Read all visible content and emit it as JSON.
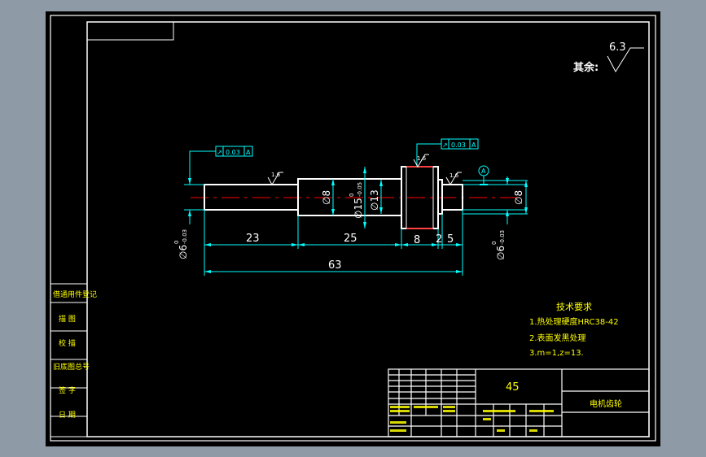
{
  "surface": {
    "label": "其余:",
    "value": "6.3"
  },
  "roughness": {
    "r1": "1.6",
    "r2": "1.6",
    "r3": "1.6"
  },
  "tolerance": {
    "left": {
      "symbol": "↗",
      "value": "0.03",
      "datum": "A"
    },
    "right": {
      "symbol": "↗",
      "value": "0.03",
      "datum": "A"
    }
  },
  "datum_label": "A",
  "diameters": {
    "d_left": "∅6",
    "d_left_tol_upper": "0",
    "d_left_tol_lower": "-0.03",
    "d8_a": "∅8",
    "d15": "∅15",
    "d15_tol_upper": "0",
    "d15_tol_lower": "-0.05",
    "d13": "∅13",
    "d8_b": "∅8",
    "d_right": "∅6",
    "d_right_tol_upper": "0",
    "d_right_tol_lower": "-0.03"
  },
  "lengths": {
    "l23": "23",
    "l25": "25",
    "l8": "8",
    "l2": "2",
    "l5": "5",
    "l63": "63"
  },
  "notes": {
    "title": "技术要求",
    "line1": "1.热处理硬度HRC38-42",
    "line2": "2.表面发黑处理",
    "line3": "3.m=1,z=13."
  },
  "side_table": {
    "row1": "借通用件登记",
    "row2": "描 图",
    "row3": "校 描",
    "row4": "旧底图总号",
    "row5": "签 字",
    "row6": "日 期"
  },
  "title_block": {
    "material": "45",
    "part_name": "电机齿轮"
  }
}
